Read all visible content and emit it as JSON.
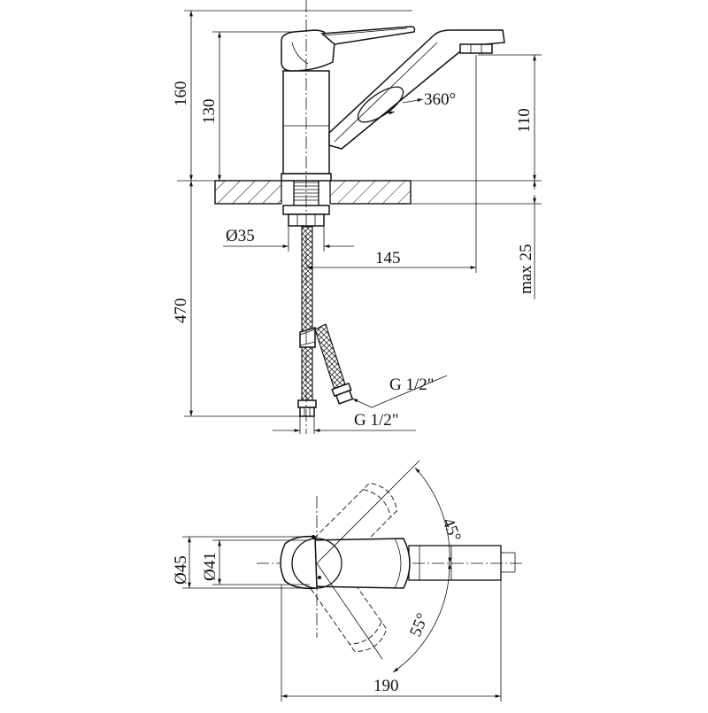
{
  "dimensions": {
    "height_total": "160",
    "height_body": "130",
    "spout_height": "110",
    "hose_length": "470",
    "base_diameter": "Ø35",
    "spout_reach": "145",
    "max_thickness": "max 25",
    "rotation": "360°",
    "thread_a": "G 1/2\"",
    "thread_b": "G 1/2\"",
    "diameter_outer": "Ø45",
    "diameter_inner": "Ø41",
    "angle_upper": "45°",
    "angle_lower": "55°",
    "width_total": "190"
  }
}
